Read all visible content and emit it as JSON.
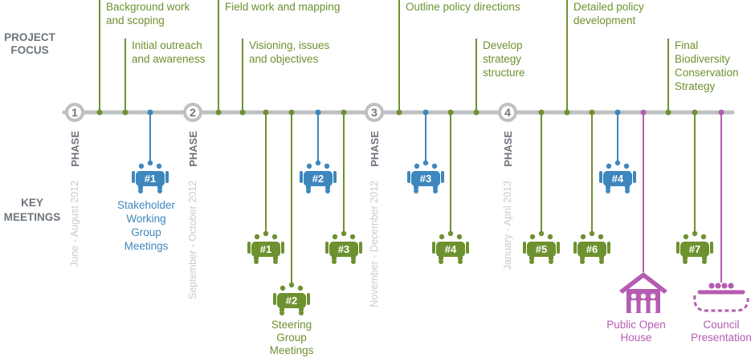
{
  "section_labels": {
    "project_focus": [
      "PROJECT",
      "FOCUS"
    ],
    "key_meetings": [
      "KEY",
      "MEETINGS"
    ]
  },
  "colors": {
    "green": "#6e9130",
    "blue": "#3e87bd",
    "purple": "#b55cb2",
    "grey": "#bfc0c2",
    "label_grey": "#6d747d",
    "date_grey": "#cacbcd"
  },
  "phases": [
    {
      "number": "1",
      "label": "PHASE",
      "dates": "June - August 2012"
    },
    {
      "number": "2",
      "label": "PHASE",
      "dates": "September - October 2012"
    },
    {
      "number": "3",
      "label": "PHASE",
      "dates": "November - December 2012"
    },
    {
      "number": "4",
      "label": "PHASE",
      "dates": "January - April 2013"
    }
  ],
  "focus_items": [
    {
      "lines": [
        "Background work",
        "and scoping"
      ]
    },
    {
      "lines": [
        "Initial outreach",
        "and awareness"
      ]
    },
    {
      "lines": [
        "Field work and mapping"
      ]
    },
    {
      "lines": [
        "Visioning, issues",
        "and objectives"
      ]
    },
    {
      "lines": [
        "Outline policy directions"
      ]
    },
    {
      "lines": [
        "Develop",
        "strategy",
        "structure"
      ]
    },
    {
      "lines": [
        "Detailed policy",
        "development"
      ]
    },
    {
      "lines": [
        "Final",
        "Biodiversity",
        "Conservation",
        "Strategy"
      ]
    }
  ],
  "meetings": [
    {
      "type": "stakeholder",
      "number": "#1"
    },
    {
      "type": "steering",
      "number": "#1"
    },
    {
      "type": "steering",
      "number": "#2"
    },
    {
      "type": "stakeholder",
      "number": "#2"
    },
    {
      "type": "steering",
      "number": "#3"
    },
    {
      "type": "stakeholder",
      "number": "#3"
    },
    {
      "type": "steering",
      "number": "#4"
    },
    {
      "type": "steering",
      "number": "#5"
    },
    {
      "type": "steering",
      "number": "#6"
    },
    {
      "type": "stakeholder",
      "number": "#4"
    },
    {
      "type": "steering",
      "number": "#7"
    },
    {
      "type": "open_house"
    },
    {
      "type": "council"
    }
  ],
  "meeting_captions": {
    "stakeholder": [
      "Stakeholder",
      "Working",
      "Group",
      "Meetings"
    ],
    "steering": [
      "Steering",
      "Group",
      "Meetings"
    ],
    "open_house": [
      "Public Open",
      "House"
    ],
    "council": [
      "Council",
      "Presentation"
    ]
  }
}
